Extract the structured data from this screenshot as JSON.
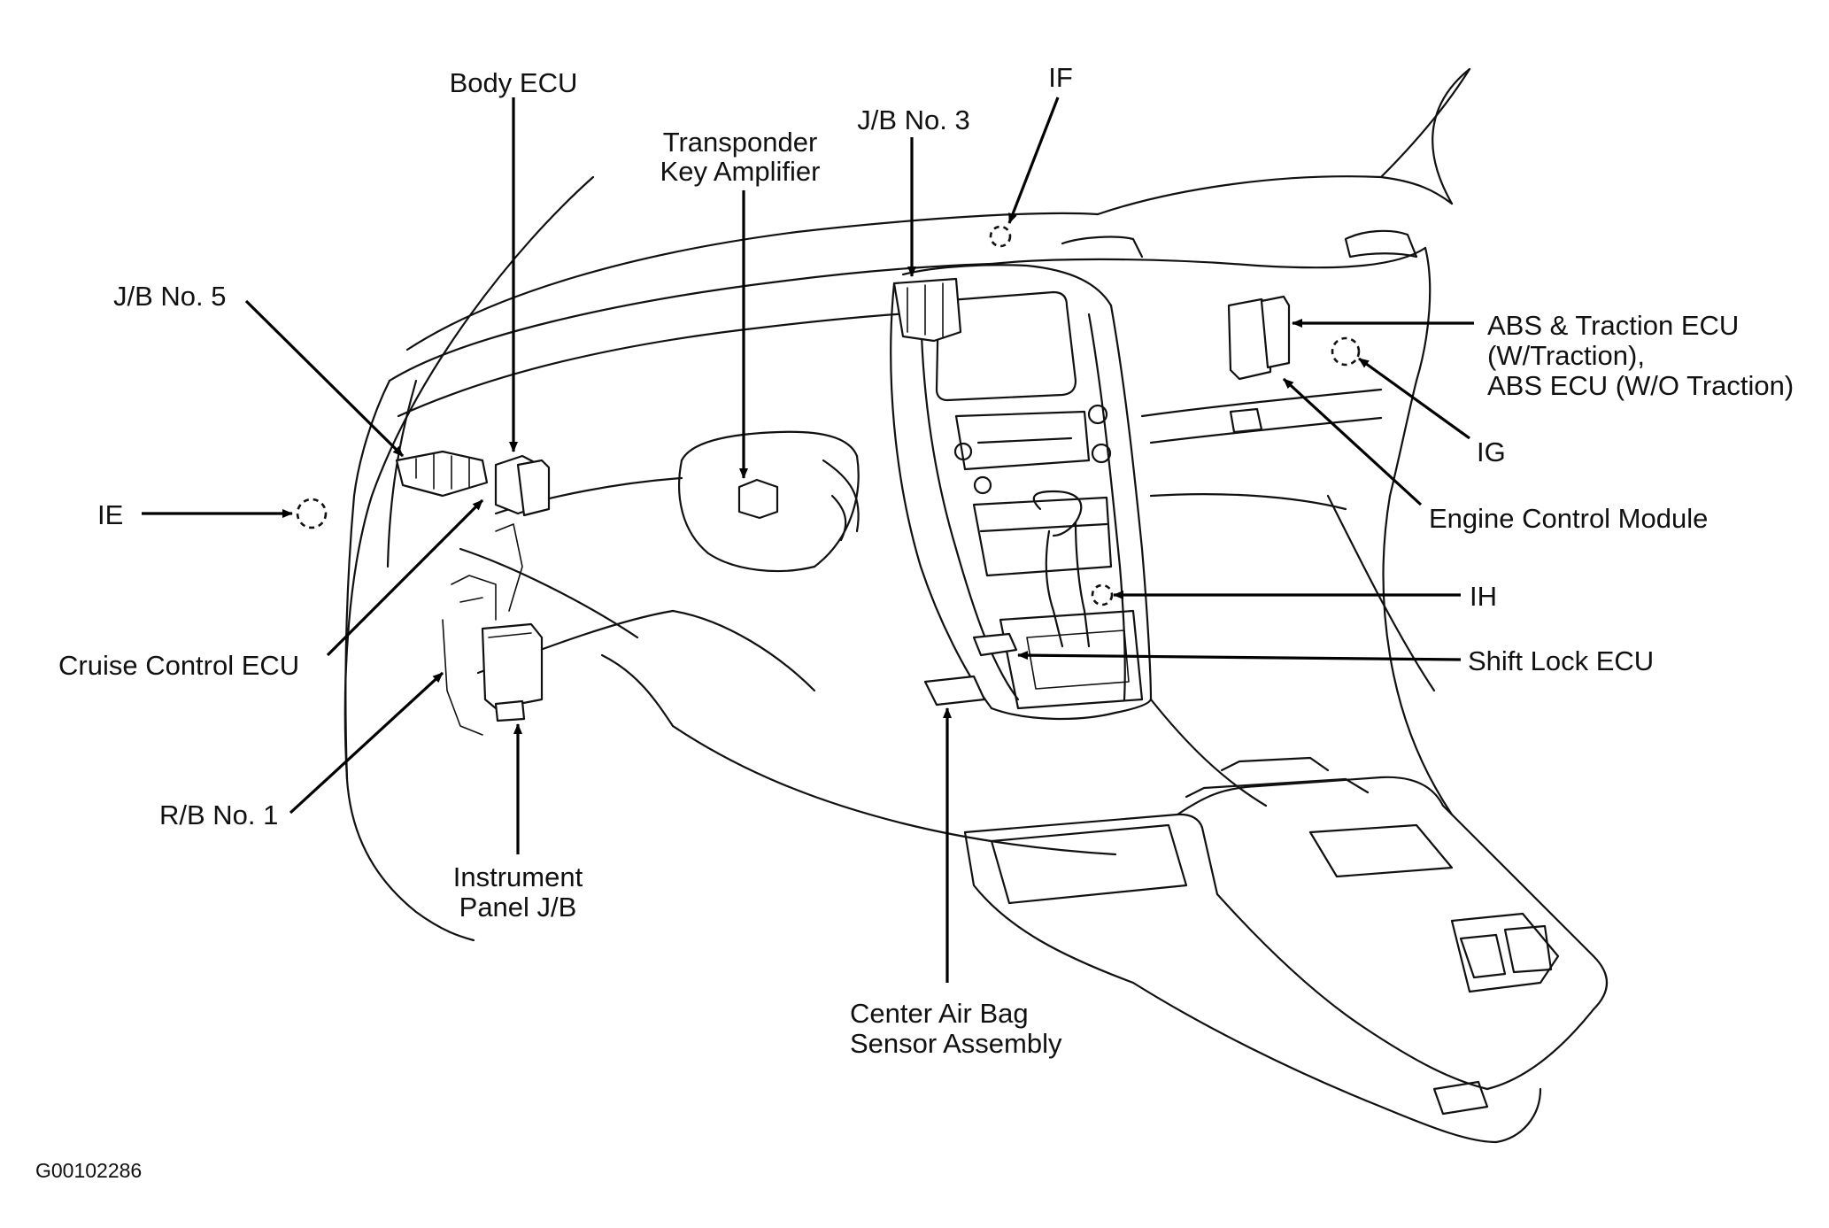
{
  "labels": {
    "body_ecu": "Body ECU",
    "transponder_line1": "Transponder",
    "transponder_line2": "Key Amplifier",
    "jb3": "J/B No. 3",
    "if": "IF",
    "jb5": "J/B No. 5",
    "abs_line1": "ABS & Traction ECU",
    "abs_line2": "(W/Traction),",
    "abs_line3": "ABS ECU (W/O Traction)",
    "ig": "IG",
    "ecm": "Engine Control Module",
    "ie": "IE",
    "ih": "IH",
    "cruise": "Cruise Control ECU",
    "shift_lock": "Shift Lock ECU",
    "rb1": "R/B No. 1",
    "ipjb_line1": "Instrument",
    "ipjb_line2": "Panel J/B",
    "airbag_line1": "Center Air Bag",
    "airbag_line2": "Sensor Assembly"
  },
  "figure_id": "G00102286"
}
